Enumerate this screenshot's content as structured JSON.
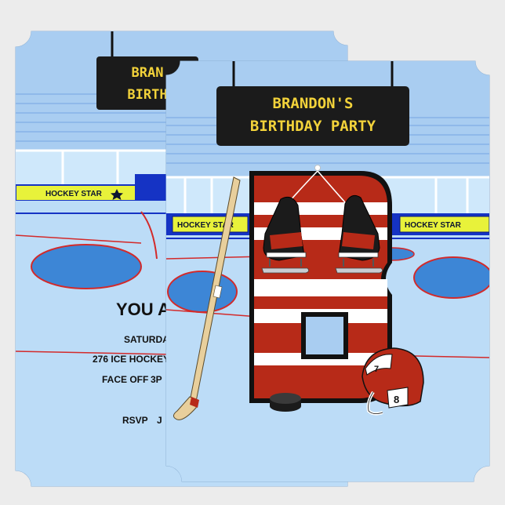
{
  "scoreboard": {
    "line1": "BRANDON'S",
    "line2": "BIRTHDAY PARTY",
    "back_line1": "BRAN",
    "back_line2": "BIRTH"
  },
  "banner": {
    "back_text": "HOCKEY STAR",
    "front_left_text": "HOCKEY STAR",
    "front_right_text": "HOCKEY STAR"
  },
  "invitation": {
    "you_are": "YOU A",
    "day": "SATURDA",
    "venue": "276 ICE HOCKEY",
    "face_off_label": "FACE OFF",
    "face_off_time": "3P",
    "rsvp_label": "RSVP",
    "rsvp_name": "J"
  },
  "helmet": {
    "number_side": "7",
    "number_back": "8"
  },
  "colors": {
    "card": "#a9cdf1",
    "ice": "#bcdcf7",
    "stand": "#8fb9ea",
    "red": "#b72a18",
    "board_bg": "#1b1b1b",
    "board_text": "#f2d23a",
    "banner": "#e8f23a",
    "net_blue": "#1533c4"
  },
  "icons": [
    "star-icon",
    "skates-icon",
    "hockey-stick-icon",
    "puck-icon",
    "helmet-icon",
    "letter-b-icon"
  ]
}
